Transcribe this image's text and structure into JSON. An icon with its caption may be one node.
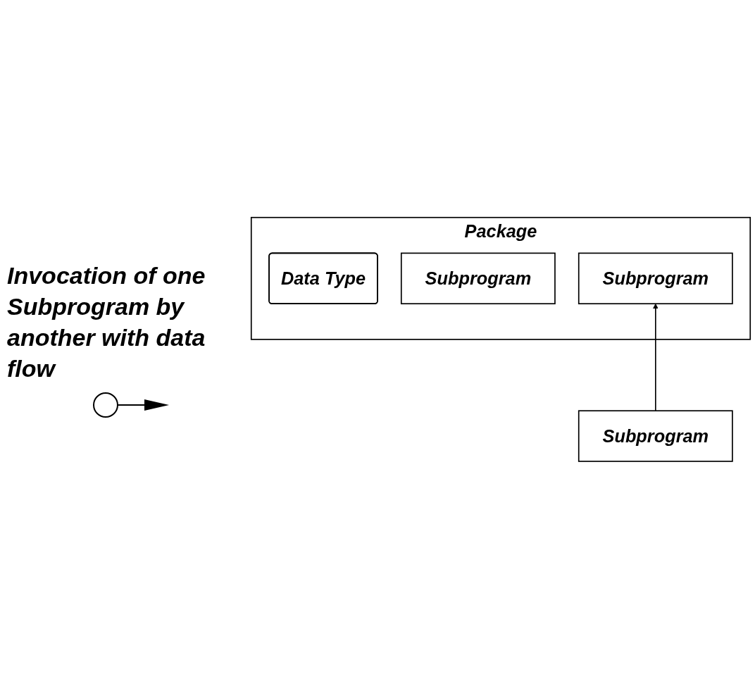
{
  "diagram": {
    "nodes": [
      {
        "text": [
          "Package"
        ]
      },
      {
        "text": [
          "Data Type"
        ],
        "in": 0
      },
      {
        "text": [
          "Subprogram"
        ],
        "in": 0
      },
      {
        "text": [
          "Subprogram"
        ],
        "in": 0
      },
      {
        "text": [
          "Subprogram"
        ]
      }
    ],
    "edges": [
      {
        "from": 4,
        "to": 3,
        "arrow": "to"
      }
    ],
    "labels": [
      "Invocation of one Subprogram by another with data flow"
    ]
  }
}
